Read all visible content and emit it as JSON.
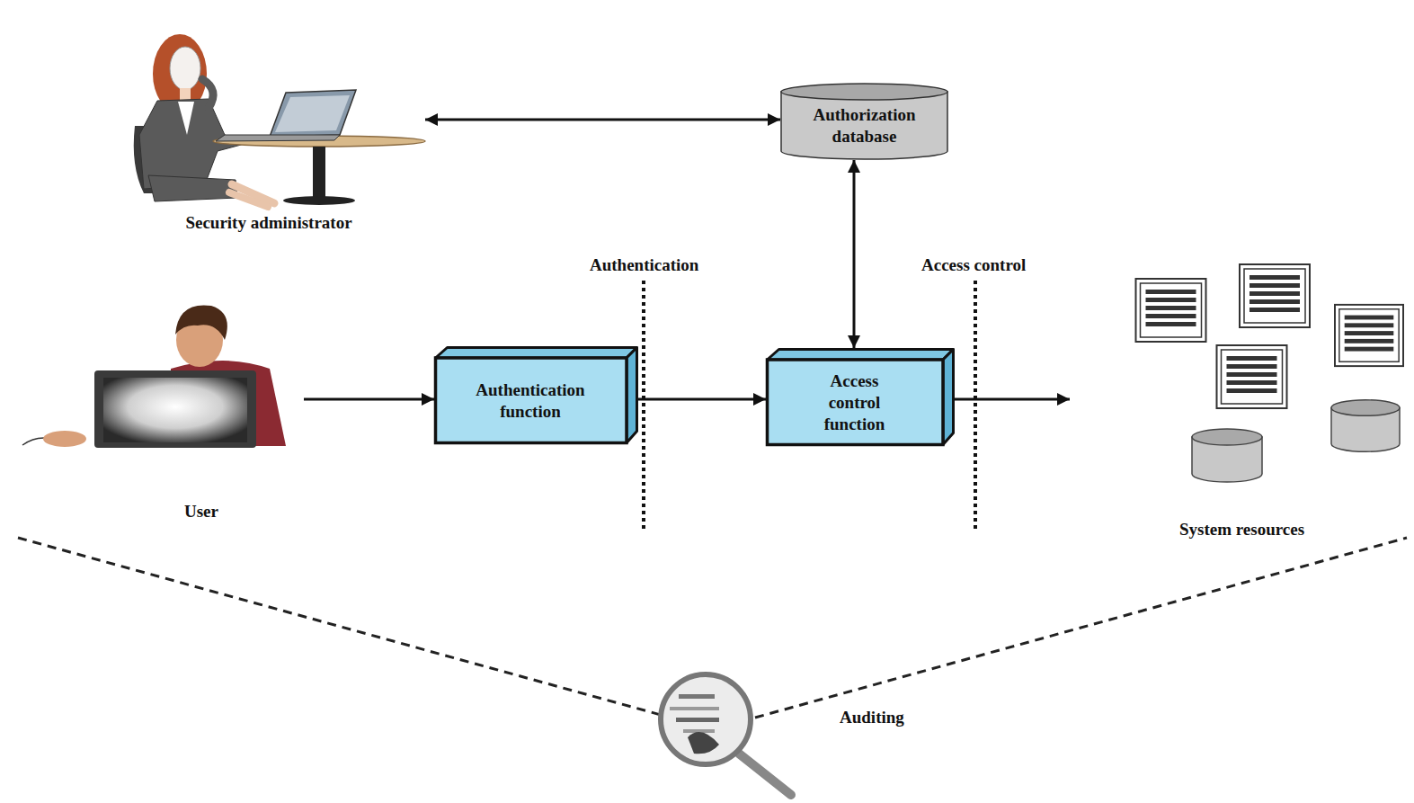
{
  "diagram": {
    "nodes": [
      {
        "text": [
          "Security administrator"
        ]
      },
      {
        "text": [
          "Authorization database"
        ]
      },
      {
        "text": [
          "User"
        ]
      },
      {
        "text": [
          "Authentication function"
        ]
      },
      {
        "text": [
          "Access control function"
        ]
      },
      {
        "text": [
          "System resources"
        ]
      }
    ],
    "edges": [
      {
        "from": 0,
        "to": 1,
        "arrow": "both"
      },
      {
        "from": 1,
        "to": 4,
        "arrow": "both"
      },
      {
        "from": 2,
        "to": 3,
        "arrow": "to"
      },
      {
        "from": 3,
        "to": 4,
        "arrow": "to"
      },
      {
        "from": 4,
        "to": 5,
        "arrow": "to"
      }
    ],
    "labels": [
      "Authentication",
      "Access control",
      "Auditing"
    ]
  }
}
